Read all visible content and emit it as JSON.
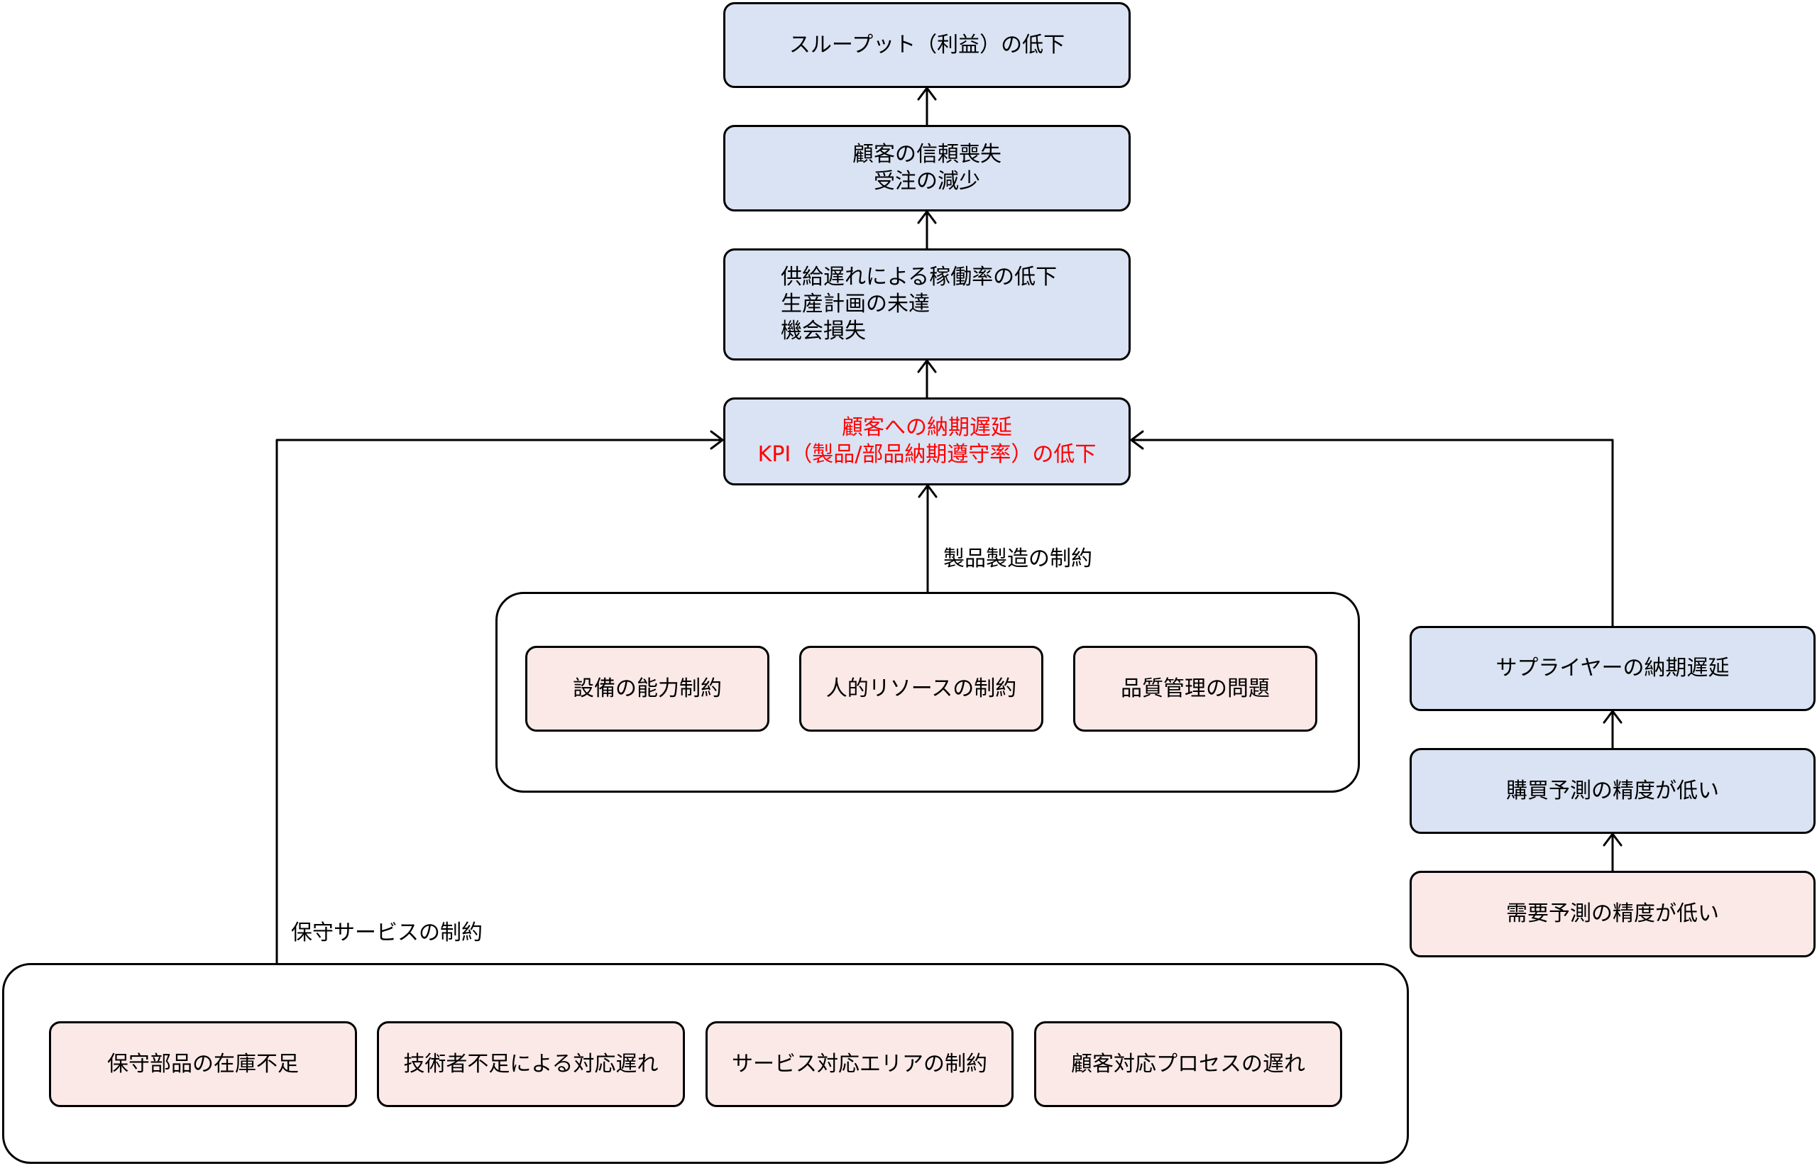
{
  "nodes": {
    "throughput": [
      "スループット（利益）の低下"
    ],
    "trust": [
      "顧客の信頼喪失",
      "受注の減少"
    ],
    "operation": [
      "供給遅れによる稼働率の低下",
      "生産計画の未達",
      "機会損失"
    ],
    "delay": [
      "顧客への納期遅延",
      "KPI（製品/部品納期遵守率）の低下"
    ],
    "supplier": [
      "サプライヤーの納期遅延"
    ],
    "purchase_forecast": [
      "購買予測の精度が低い"
    ],
    "demand_forecast": [
      "需要予測の精度が低い"
    ]
  },
  "groups": {
    "manufacturing": {
      "label": "製品製造の制約",
      "items": [
        "設備の能力制約",
        "人的リソースの制約",
        "品質管理の問題"
      ]
    },
    "maintenance": {
      "label": "保守サービスの制約",
      "items": [
        "保守部品の在庫不足",
        "技術者不足による対応遅れ",
        "サービス対応エリアの制約",
        "顧客対応プロセスの遅れ"
      ]
    }
  },
  "colors": {
    "effect_fill": "#dae3f3",
    "cause_fill": "#fbe9e7",
    "highlight_text": "#ff0000",
    "stroke": "#000000"
  }
}
